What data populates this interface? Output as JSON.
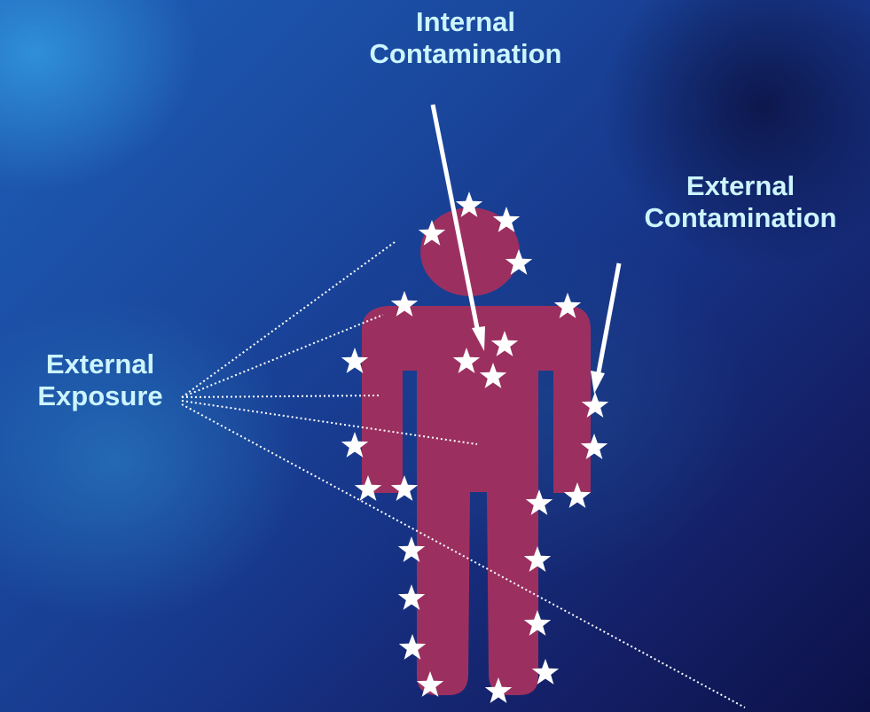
{
  "labels": {
    "internal_contamination": [
      "Internal",
      "Contamination"
    ],
    "external_contamination": [
      "External",
      "Contamination"
    ],
    "external_exposure": [
      "External",
      "Exposure"
    ]
  },
  "colors": {
    "figure": "#9b3060",
    "text": "#ccf5ff",
    "star": "#ffffff",
    "arrow": "#ffffff"
  },
  "icons": {
    "figure": "person-silhouette-icon",
    "marker": "star-icon"
  }
}
